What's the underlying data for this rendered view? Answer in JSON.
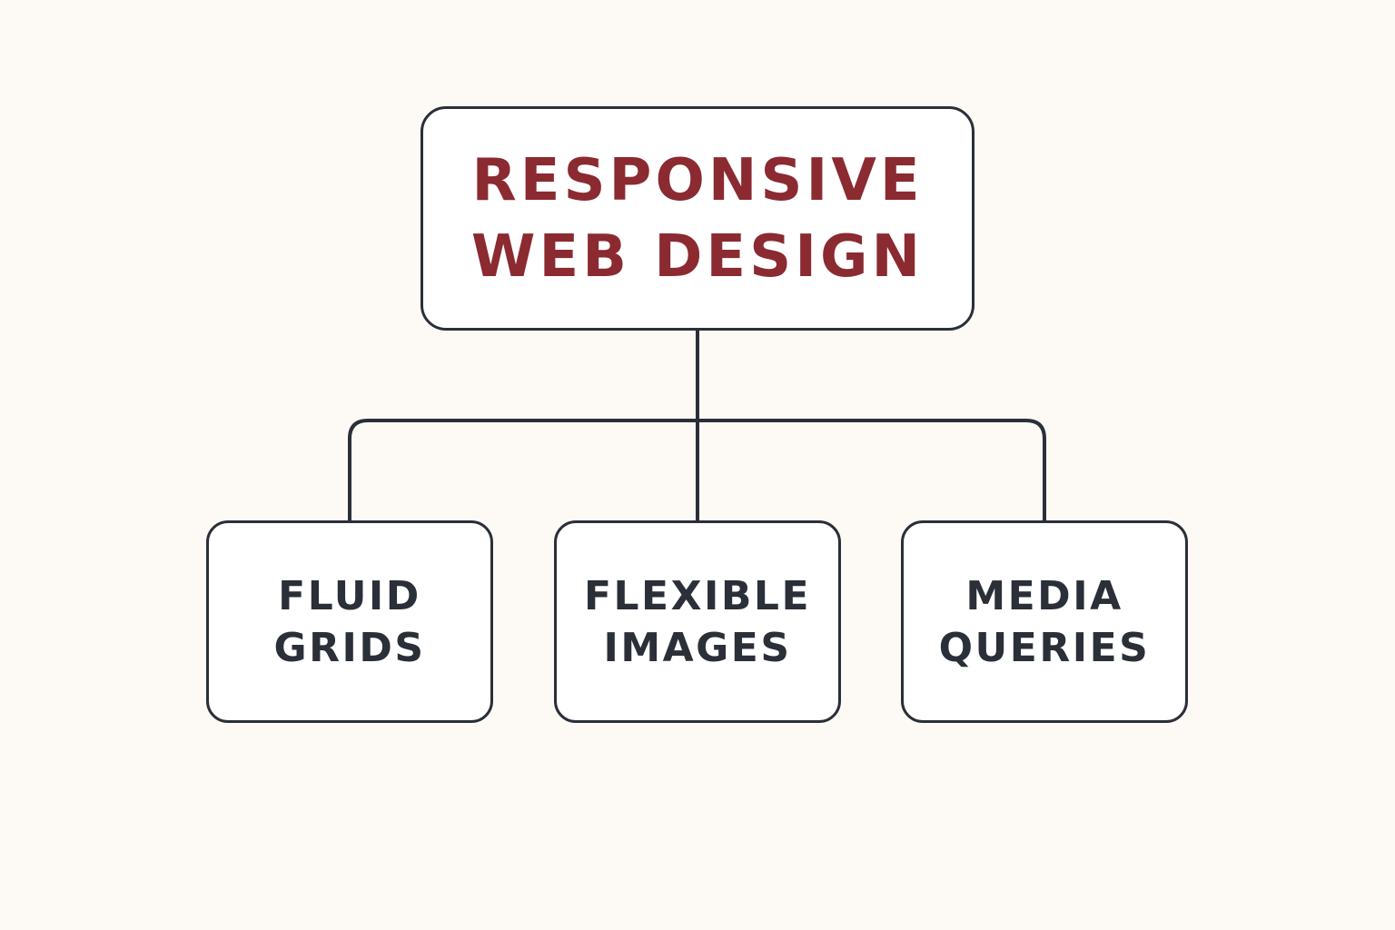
{
  "colors": {
    "background": "#fdfaf5",
    "border": "#2a2f38",
    "root_text": "#8b2a31",
    "child_text": "#2a2f38"
  },
  "root": {
    "lines": [
      "RESPONSIVE",
      "WEB DESIGN"
    ]
  },
  "children": [
    {
      "lines": [
        "FLUID",
        "GRIDS"
      ]
    },
    {
      "lines": [
        "FLEXIBLE",
        "IMAGES"
      ]
    },
    {
      "lines": [
        "MEDIA",
        "QUERIES"
      ]
    }
  ]
}
